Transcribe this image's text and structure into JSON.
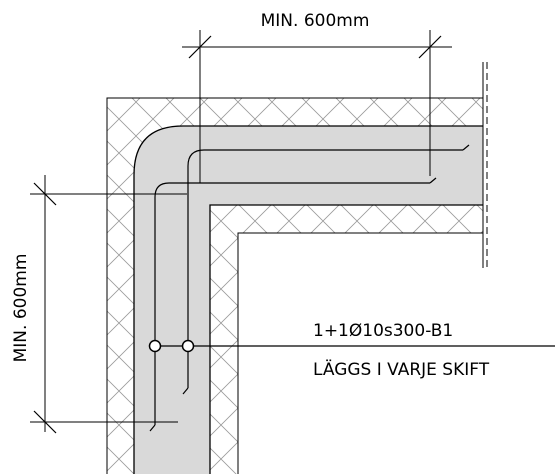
{
  "dimension_horizontal": {
    "label": "MIN. 600mm"
  },
  "dimension_vertical": {
    "label": "MIN. 600mm"
  },
  "rebar_callout": {
    "designation": "1+1Ø10s300-B1",
    "note": "LÄGGS I VARJE SKIFT"
  },
  "colors": {
    "line": "#000000",
    "joint_fill": "#d9d9d9",
    "hatch": "#9a9a9a",
    "background": "#ffffff"
  }
}
